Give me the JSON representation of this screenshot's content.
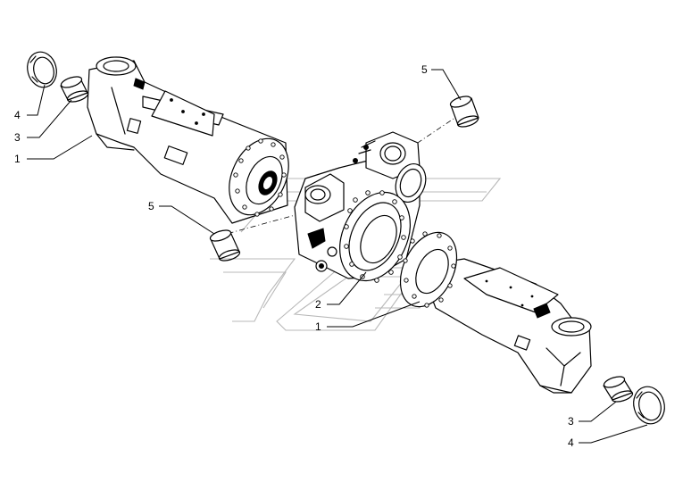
{
  "diagram": {
    "callouts": [
      {
        "id": "c4-left",
        "label": "4"
      },
      {
        "id": "c3-left",
        "label": "3"
      },
      {
        "id": "c1-left",
        "label": "1"
      },
      {
        "id": "c5-top",
        "label": "5"
      },
      {
        "id": "c5-left",
        "label": "5"
      },
      {
        "id": "c2-center",
        "label": "2"
      },
      {
        "id": "c1-center",
        "label": "1"
      },
      {
        "id": "c3-right",
        "label": "3"
      },
      {
        "id": "c4-right",
        "label": "4"
      }
    ]
  }
}
